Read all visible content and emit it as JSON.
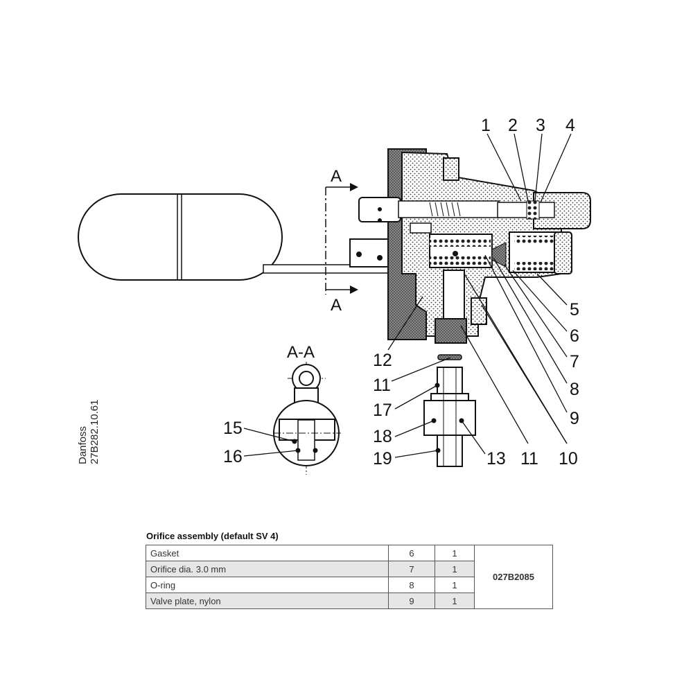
{
  "drawing": {
    "section_marker": "A",
    "section_view_title": "A-A",
    "vertical_text_brand": "Danfoss",
    "vertical_text_code": "27B282.10.61",
    "callouts": [
      "1",
      "2",
      "3",
      "4",
      "5",
      "6",
      "7",
      "8",
      "9",
      "10",
      "11",
      "11",
      "12",
      "13",
      "15",
      "16",
      "17",
      "18",
      "19"
    ]
  },
  "table": {
    "title": "Orifice assembly (default SV 4)",
    "rows": [
      {
        "desc": "Gasket",
        "pos": "6",
        "qty": "1"
      },
      {
        "desc": "Orifice dia. 3.0 mm",
        "pos": "7",
        "qty": "1"
      },
      {
        "desc": "O-ring",
        "pos": "8",
        "qty": "1"
      },
      {
        "desc": "Valve plate, nylon",
        "pos": "9",
        "qty": "1"
      }
    ],
    "code": "027B2085"
  }
}
